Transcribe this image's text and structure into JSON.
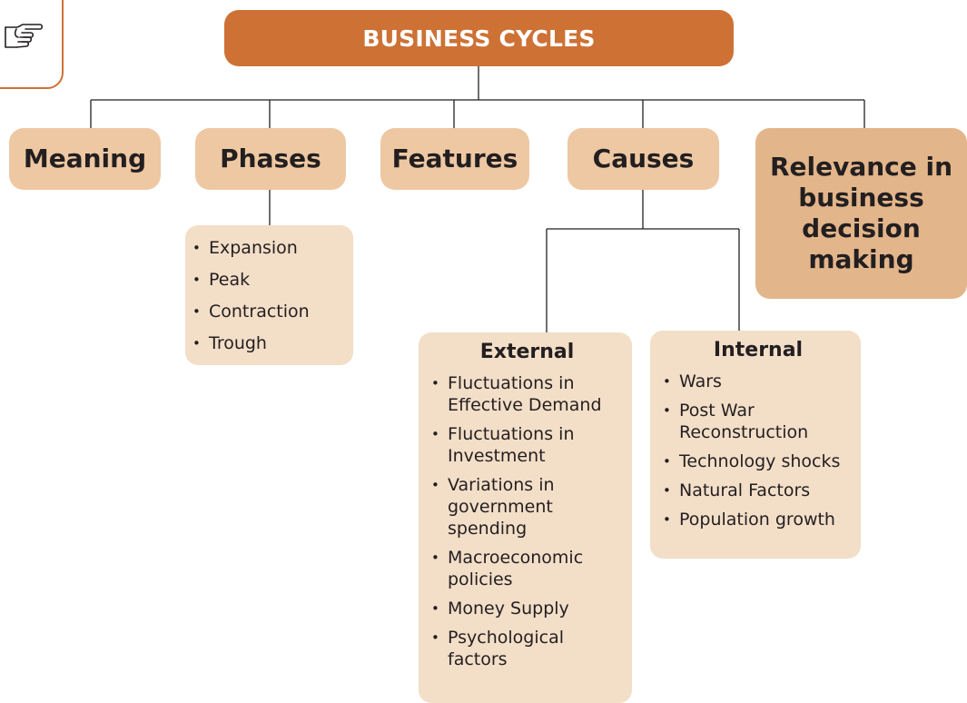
{
  "title": "BUSINESS CYCLES",
  "categories": {
    "meaning": "Meaning",
    "phases": "Phases",
    "features": "Features",
    "causes": "Causes",
    "relevance": "Relevance in business decision making"
  },
  "phases_list": [
    "Expansion",
    "Peak",
    "Contraction",
    "Trough"
  ],
  "external": {
    "heading": "External",
    "items": [
      "Fluctuations in Effective Demand",
      "Fluctuations in Investment",
      "Variations in government spending",
      "Macroeconomic policies",
      "Money Supply",
      "Psychological factors"
    ]
  },
  "internal": {
    "heading": "Internal",
    "items": [
      "Wars",
      "Post War Reconstruction",
      "Technology shocks",
      "Natural Factors",
      "Population growth"
    ]
  },
  "icons": {
    "corner": "pointing-hand-icon"
  },
  "colors": {
    "title_bg": "#cd7135",
    "category_bg": "#eec8a3",
    "relevance_bg": "#e3b58a",
    "list_bg": "#f3dec8",
    "text": "#231f20"
  }
}
